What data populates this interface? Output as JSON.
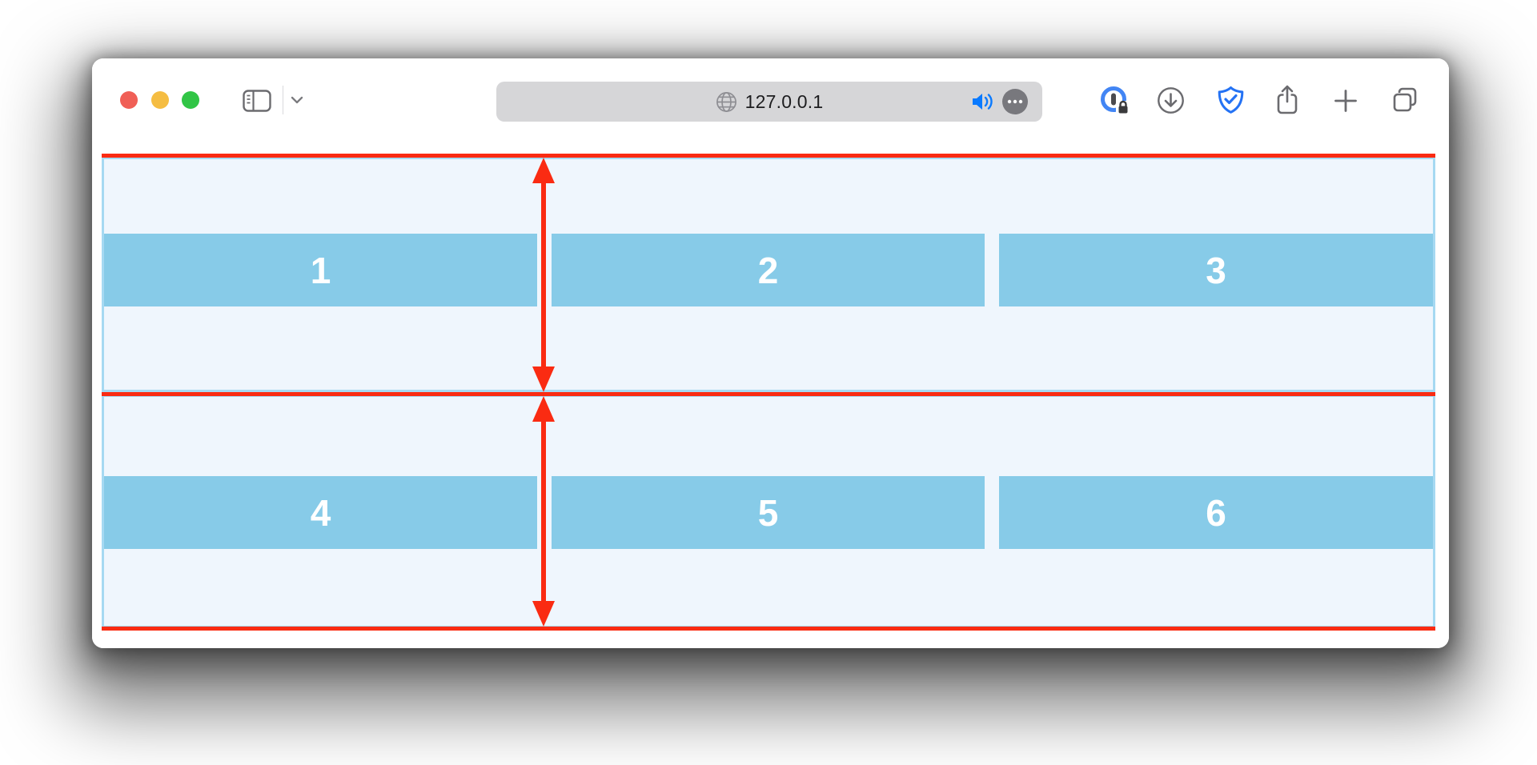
{
  "window": {
    "controls": [
      {
        "name": "close",
        "color": "#F05F56"
      },
      {
        "name": "minimize",
        "color": "#F5BD42"
      },
      {
        "name": "zoom",
        "color": "#31C546"
      }
    ]
  },
  "toolbar": {
    "url": "127.0.0.1",
    "icons": {
      "left": [
        "sidebar-toggle",
        "chevron-down"
      ],
      "url_bar": [
        "globe",
        "speaker-audio",
        "more-options"
      ],
      "right": [
        "onepassword",
        "downloads",
        "privacy-shield",
        "share",
        "new-tab",
        "tab-overview"
      ]
    }
  },
  "page": {
    "rows": [
      {
        "items": [
          {
            "label": "1"
          },
          {
            "label": "2"
          },
          {
            "label": "3"
          }
        ]
      },
      {
        "items": [
          {
            "label": "4"
          },
          {
            "label": "5"
          },
          {
            "label": "6"
          }
        ]
      }
    ],
    "colors": {
      "container_bg": "#EFF6FD",
      "container_border": "#A6D9F2",
      "item_bg": "#87CBE8",
      "item_text": "#FFFFFF",
      "marker_red": "#FA2B12"
    }
  }
}
